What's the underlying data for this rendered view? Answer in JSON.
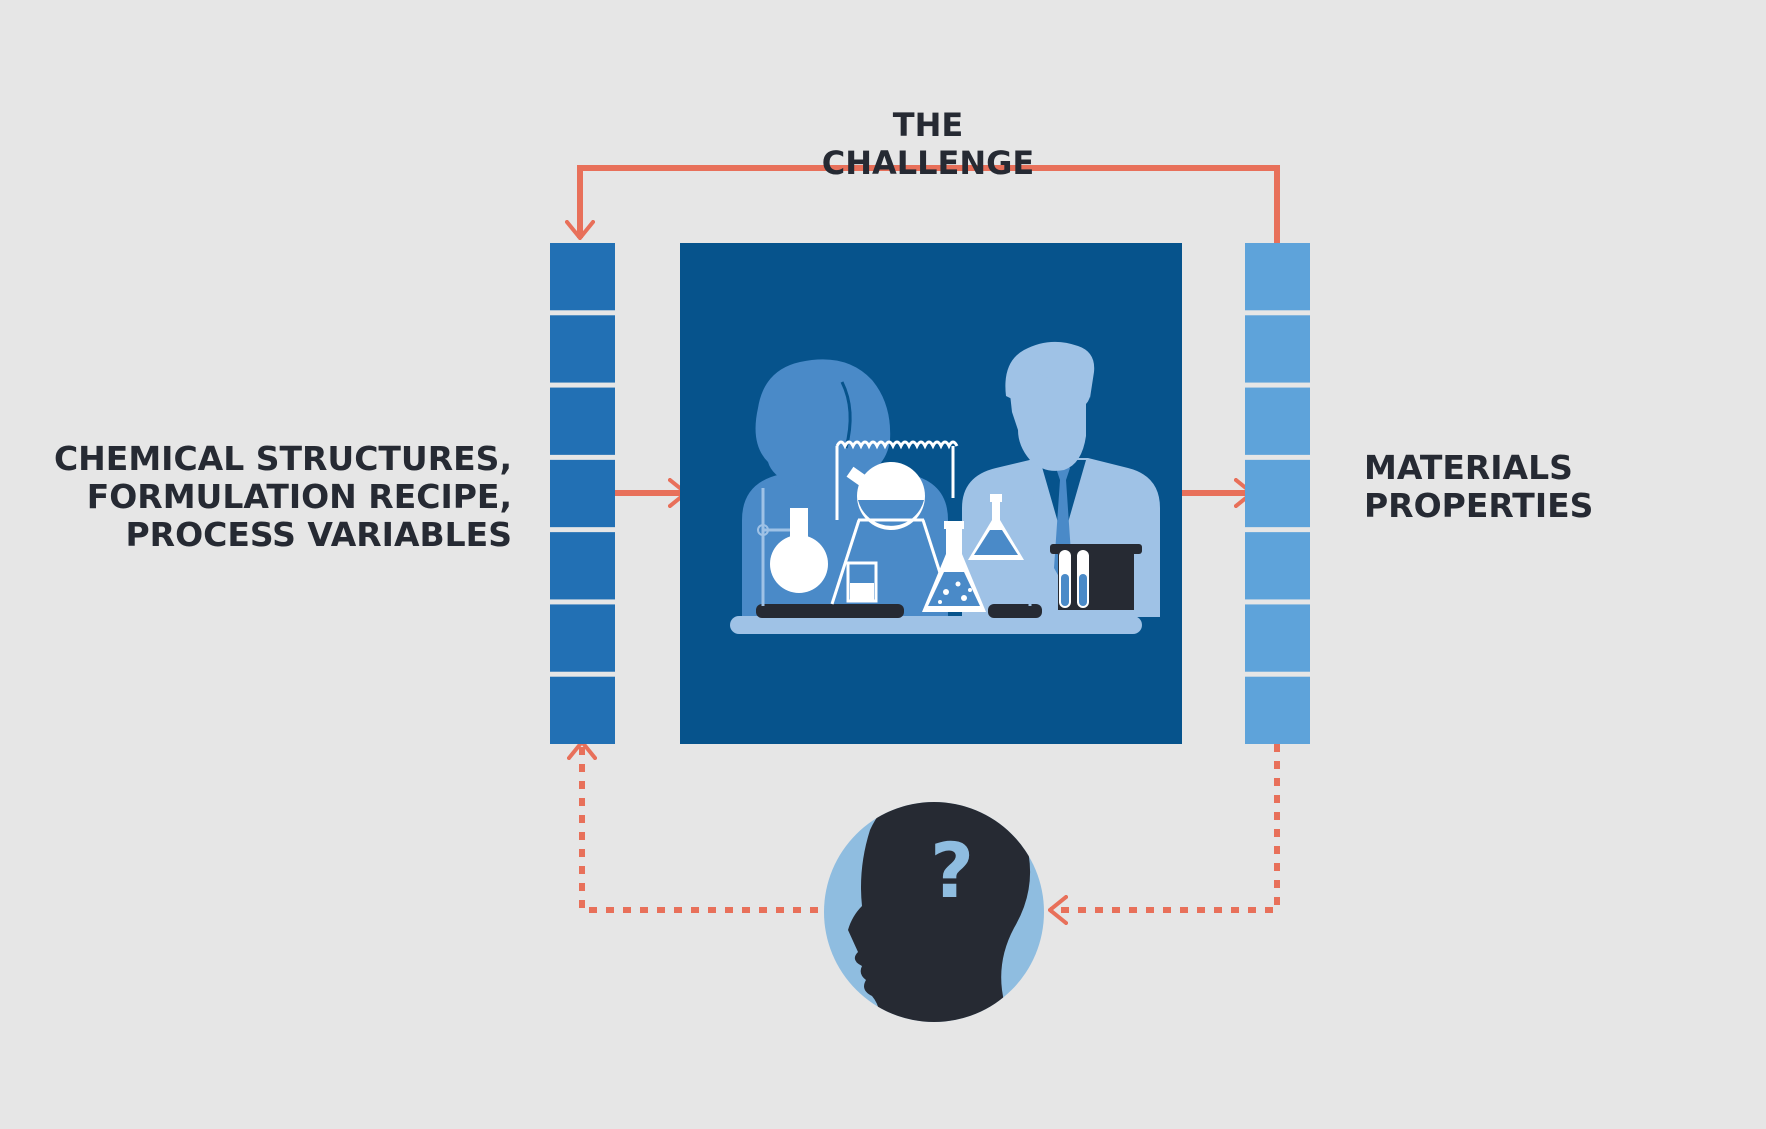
{
  "title": "THE CHALLENGE",
  "inputs_label": [
    "CHEMICAL STRUCTURES,",
    "FORMULATION RECIPE,",
    "PROCESS VARIABLES"
  ],
  "outputs_label": [
    "MATERIALS",
    "PROPERTIES"
  ],
  "question_glyph": "?",
  "input_cells": 7,
  "output_cells": 7,
  "colors": {
    "background": "#e6e6e6",
    "text": "#262a33",
    "arrow": "#e8705a",
    "input_block": "#2270b4",
    "output_block": "#5ea3da",
    "lab_panel": "#06538c",
    "figure_mid": "#4a8ac8",
    "figure_light": "#9fc2e6",
    "head_circle": "#8fbde0",
    "head_dark": "#262a33"
  }
}
